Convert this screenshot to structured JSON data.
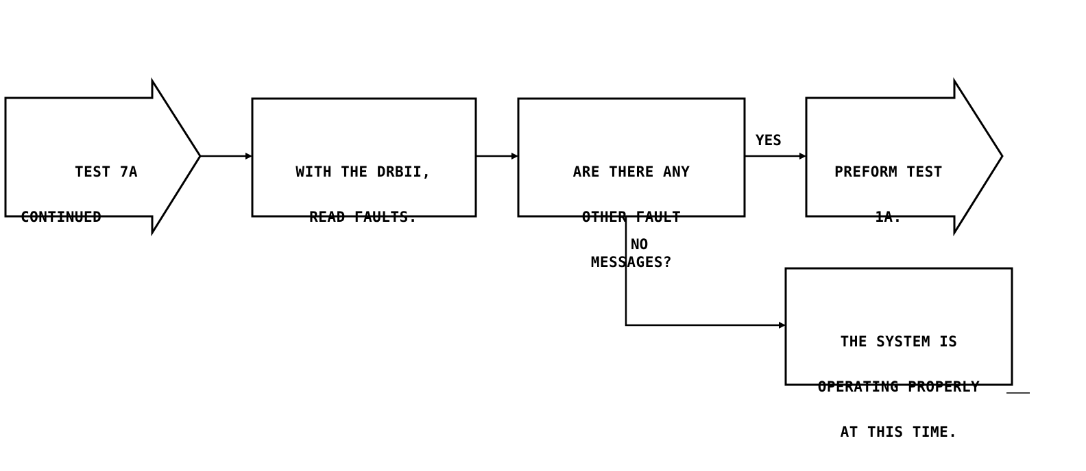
{
  "nodes": {
    "start": {
      "lines": [
        "TEST 7A",
        "CONTINUED"
      ]
    },
    "read_faults": {
      "lines": [
        "WITH THE DRBII,",
        "READ FAULTS."
      ]
    },
    "decision": {
      "lines": [
        "ARE THERE ANY",
        "OTHER FAULT",
        "MESSAGES?"
      ]
    },
    "perform": {
      "lines": [
        "PREFORM TEST",
        "1A."
      ]
    },
    "system_ok": {
      "lines": [
        "THE SYSTEM IS",
        "OPERATING PROPERLY",
        "AT THIS TIME."
      ]
    }
  },
  "edges": {
    "yes_label": "YES",
    "no_label": "NO"
  }
}
